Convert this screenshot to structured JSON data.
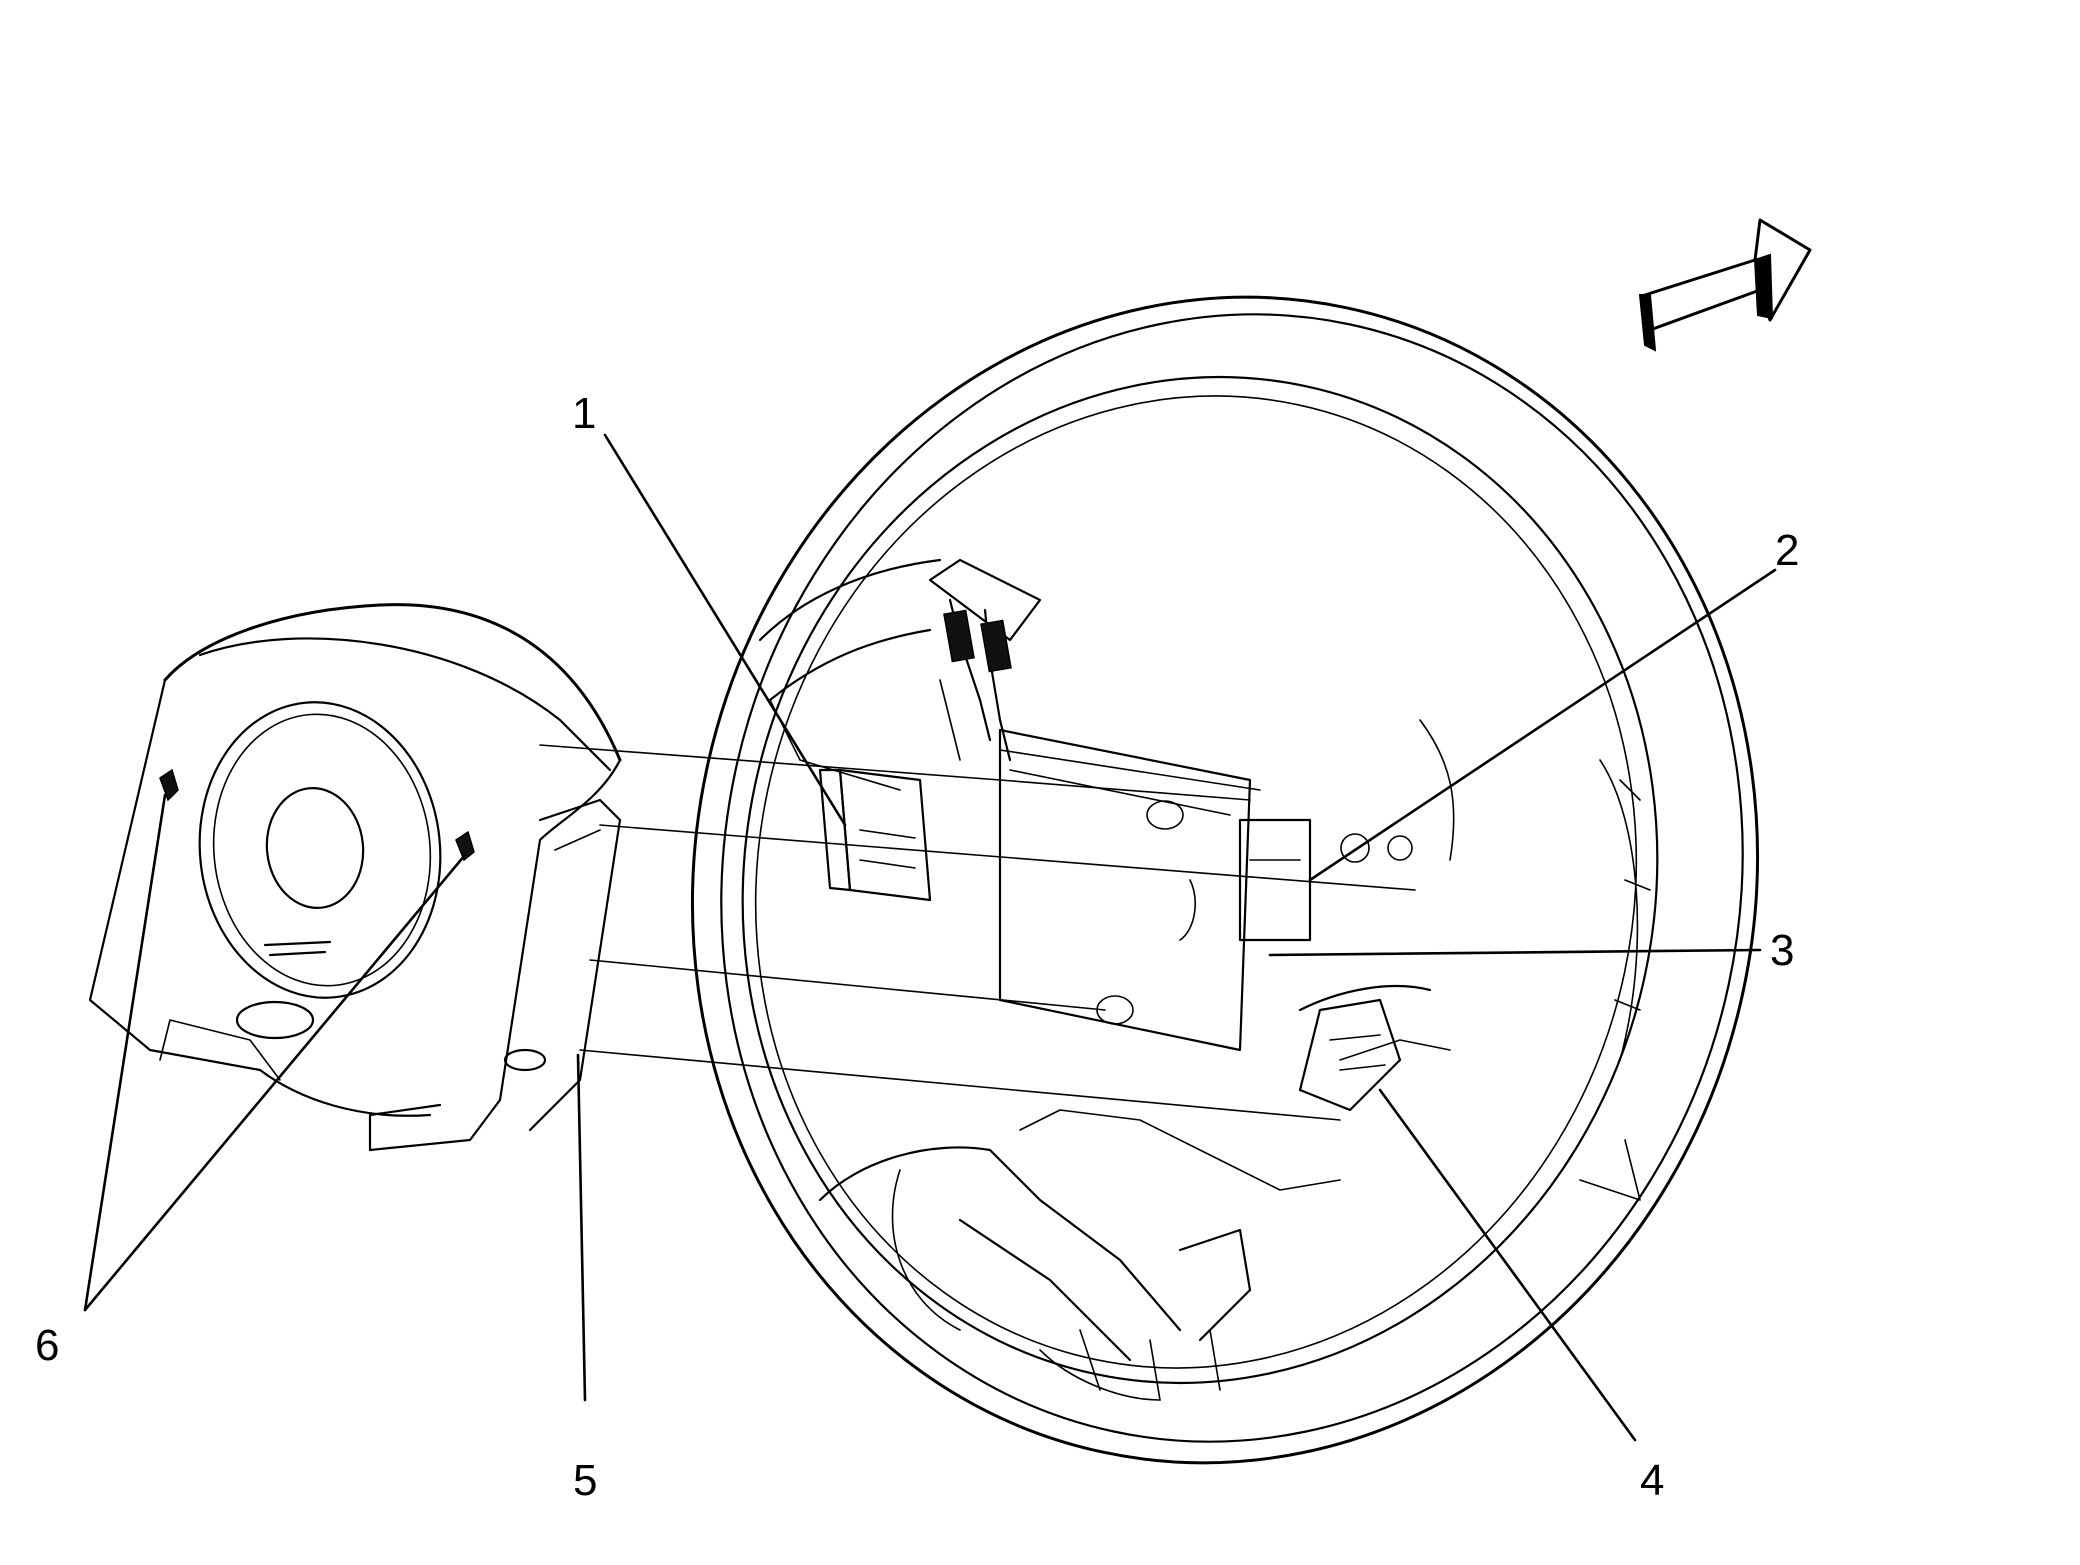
{
  "callouts": [
    {
      "id": "1",
      "label": "1"
    },
    {
      "id": "2",
      "label": "2"
    },
    {
      "id": "3",
      "label": "3"
    },
    {
      "id": "4",
      "label": "4"
    },
    {
      "id": "5",
      "label": "5"
    },
    {
      "id": "6",
      "label": "6"
    }
  ],
  "icons": {
    "direction_arrow": "forward-direction-arrow-icon"
  },
  "colors": {
    "ink": "#000000",
    "background": "#ffffff"
  }
}
